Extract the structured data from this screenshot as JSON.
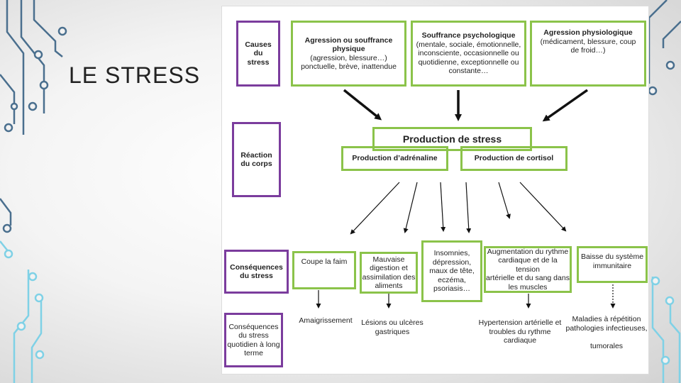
{
  "title": "LE STRESS",
  "colors": {
    "purple": "#7b3c9d",
    "green": "#8bc34a",
    "circuit_blue": "#4a6f8e",
    "circuit_cyan": "#7fd1e6"
  },
  "side_labels": {
    "causes": [
      "Causes",
      "du",
      "stress"
    ],
    "reaction": [
      "Réaction",
      "du corps"
    ],
    "consequences": [
      "Conséquences",
      "du stress"
    ],
    "long_term": [
      "Conséquences",
      "du stress",
      "quotidien à long",
      "terme"
    ]
  },
  "causes": [
    {
      "title": [
        "Agression ou souffrance",
        "physique"
      ],
      "text": [
        "(agression, blessure…)",
        "ponctuelle, brève, inattendue"
      ]
    },
    {
      "title": [
        "Souffrance psychologique"
      ],
      "text": [
        "(mentale, sociale, émotionnelle,",
        "inconsciente, occasionnelle ou",
        "quotidienne, exceptionnelle ou",
        "constante…"
      ]
    },
    {
      "title": [
        "Agression physiologique"
      ],
      "text": [
        "(médicament, blessure, coup",
        "de froid…)"
      ]
    }
  ],
  "production": {
    "title": "Production de stress",
    "adrenaline": "Production d’adrénaline",
    "cortisol": "Production de cortisol"
  },
  "consequences": [
    [
      "Coupe la faim"
    ],
    [
      "Mauvaise",
      "digestion et",
      "assimilation des",
      "aliments"
    ],
    [
      "Insomnies,",
      "dépression,",
      "maux de tête,",
      "eczéma,",
      "psoriasis…"
    ],
    [
      "Augmentation du rythme",
      "cardiaque et de la tension",
      "artérielle et du sang dans",
      "les muscles"
    ],
    [
      "Baisse du système",
      "immunitaire"
    ]
  ],
  "long_term": [
    [
      "Amaigrissement"
    ],
    [
      "Lésions ou ulcères",
      "gastriques"
    ],
    [
      "Hypertension artérielle et",
      "troubles du rythme",
      "cardiaque"
    ],
    [
      "Maladies à répétition",
      "pathologies infectieuses,",
      "",
      "tumorales"
    ]
  ]
}
